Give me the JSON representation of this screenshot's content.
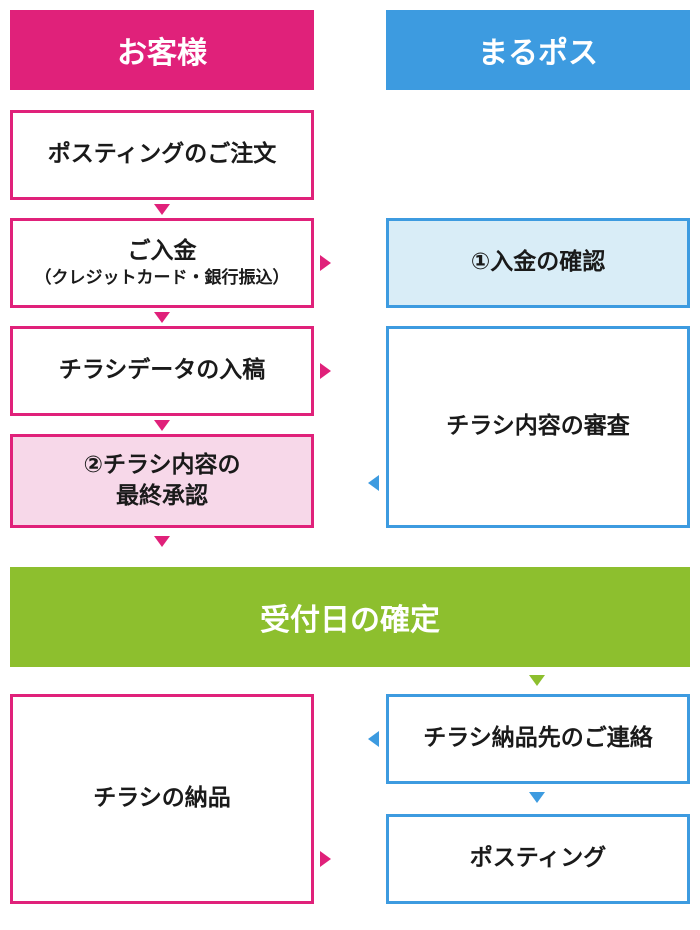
{
  "colors": {
    "customer": "#e0217a",
    "service": "#3d9be0",
    "milestone": "#8dbf2e",
    "customer_highlight_bg": "#f7d8e9",
    "service_highlight_bg": "#d9edf7"
  },
  "headers": {
    "customer": "お客様",
    "service": "まるポス"
  },
  "customer_steps": {
    "order": "ポスティングのご注文",
    "payment": "ご入金",
    "payment_note": "（クレジットカード・銀行振込）",
    "upload": "チラシデータの入稿",
    "approval_line1": "②チラシ内容の",
    "approval_line2": "最終承認",
    "delivery": "チラシの納品"
  },
  "service_steps": {
    "confirm_payment": "①入金の確認",
    "review": "チラシ内容の審査",
    "notify_address": "チラシ納品先のご連絡",
    "posting": "ポスティング"
  },
  "milestone": {
    "label": "受付日の確定"
  }
}
